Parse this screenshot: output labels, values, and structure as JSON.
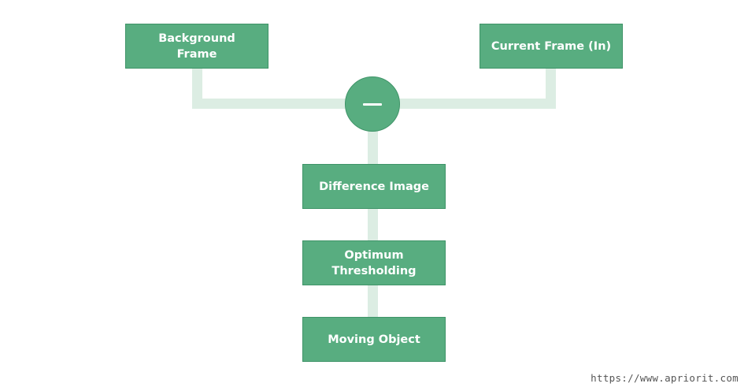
{
  "diagram": {
    "nodes": {
      "background_frame": "Background Frame",
      "current_frame": "Current Frame (In)",
      "difference_image": "Difference Image",
      "optimum_thresholding": "Optimum Thresholding",
      "moving_object": "Moving Object"
    },
    "operator": {
      "symbol": "minus",
      "icon": "minus-icon"
    },
    "colors": {
      "node_fill": "#58ad80",
      "node_border": "#3f9468",
      "connector": "#dcede3",
      "text": "#ffffff"
    }
  },
  "watermark": "https://www.apriorit.com"
}
